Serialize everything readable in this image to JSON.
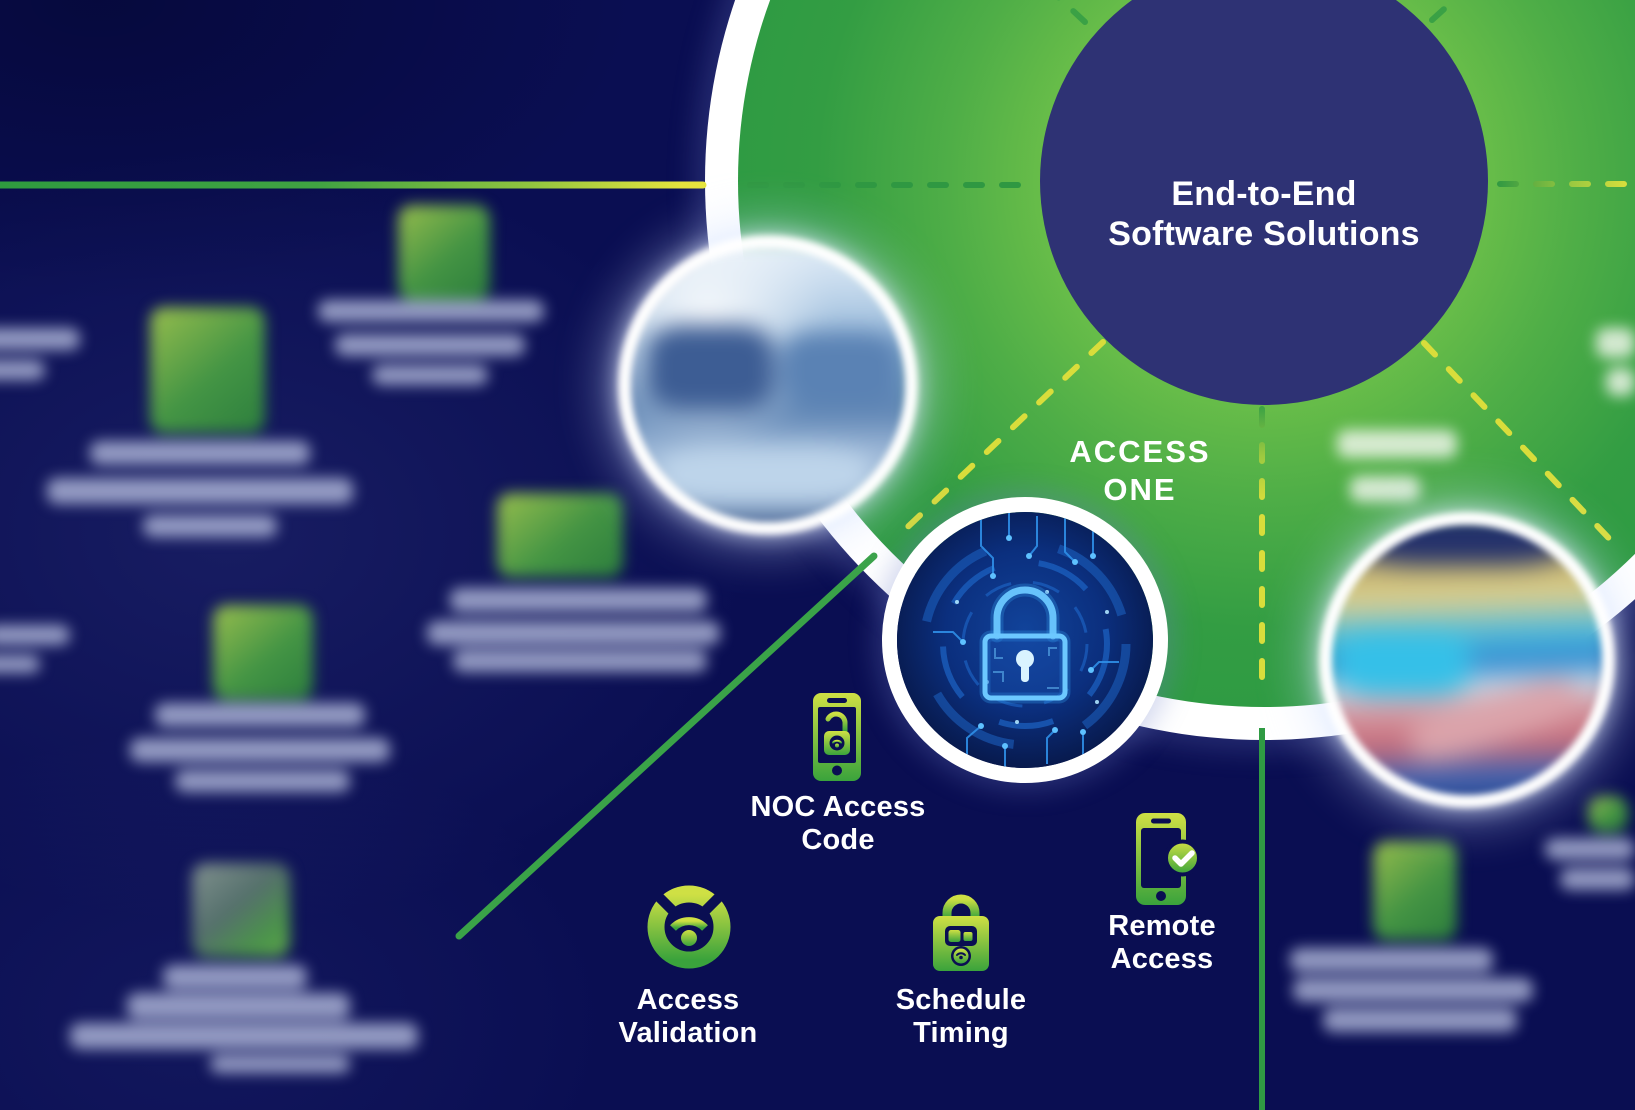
{
  "infographic": {
    "center_title": [
      "End-to-End",
      "Software Solutions"
    ],
    "section_label": [
      "ACCESS",
      "ONE"
    ],
    "features": [
      {
        "name": "noc-access-code",
        "icon": "phone-unlock-icon",
        "label": [
          "NOC Access",
          "Code"
        ]
      },
      {
        "name": "access-validation",
        "icon": "radar-validation-icon",
        "label": [
          "Access",
          "Validation"
        ]
      },
      {
        "name": "schedule-timing",
        "icon": "padlock-toggle-icon",
        "label": [
          "Schedule",
          "Timing"
        ]
      },
      {
        "name": "remote-access",
        "icon": "phone-check-icon",
        "label": [
          "Remote",
          "Access"
        ]
      }
    ],
    "colors": {
      "background_navy": "#0a0e52",
      "center_circle_navy": "#2e3274",
      "pie_green_light": "#6cbf4a",
      "pie_green_dark": "#2f9b43",
      "ring_white": "#ffffff",
      "line_green": "#38a145",
      "line_yellow": "#ddde3b",
      "icon_gradient_top": "#cfe044",
      "icon_gradient_bottom": "#3aa33c",
      "label_text": "#ffffff",
      "lock_photo_accent": "#6cc8ff"
    },
    "background_blur_groups": [
      {
        "icon": [
          398,
          205,
          92,
          95
        ],
        "lines": [
          [
            318,
            300,
            226,
            22
          ],
          [
            335,
            334,
            190,
            22
          ],
          [
            372,
            365,
            116,
            20
          ]
        ]
      },
      {
        "icon": [
          150,
          307,
          115,
          126
        ],
        "lines": [
          [
            90,
            441,
            220,
            24
          ],
          [
            47,
            478,
            306,
            26
          ],
          [
            143,
            515,
            134,
            22
          ]
        ]
      },
      {
        "lines": [
          [
            -20,
            328,
            100,
            22
          ],
          [
            -30,
            360,
            75,
            20
          ]
        ]
      },
      {
        "lines": [
          [
            -15,
            625,
            85,
            20
          ],
          [
            -20,
            655,
            60,
            18
          ]
        ]
      },
      {
        "icon": [
          497,
          493,
          126,
          84
        ],
        "lines": [
          [
            450,
            588,
            257,
            24
          ],
          [
            427,
            621,
            293,
            24
          ],
          [
            453,
            650,
            254,
            22
          ]
        ]
      },
      {
        "icon": [
          213,
          605,
          100,
          95
        ],
        "lines": [
          [
            155,
            703,
            210,
            24
          ],
          [
            130,
            738,
            260,
            24
          ],
          [
            175,
            770,
            175,
            22
          ]
        ]
      },
      {
        "muted": true,
        "icon": [
          192,
          863,
          98,
          94
        ],
        "lines": [
          [
            163,
            965,
            144,
            24
          ],
          [
            127,
            993,
            223,
            26
          ],
          [
            70,
            1023,
            348,
            26
          ],
          [
            210,
            1055,
            140,
            18
          ]
        ]
      },
      {
        "icon": [
          1373,
          841,
          84,
          99
        ],
        "lines": [
          [
            1290,
            948,
            203,
            24
          ],
          [
            1293,
            978,
            240,
            24
          ],
          [
            1323,
            1008,
            194,
            24
          ]
        ]
      },
      {
        "icon": [
          1588,
          796,
          40,
          36
        ],
        "lines": [
          [
            1545,
            838,
            90,
            22
          ],
          [
            1560,
            868,
            75,
            22
          ]
        ]
      },
      {
        "tint": "green",
        "lines": [
          [
            1337,
            430,
            120,
            28
          ],
          [
            1350,
            476,
            70,
            26
          ]
        ]
      },
      {
        "tint": "green",
        "lines": [
          [
            1596,
            328,
            39,
            30
          ],
          [
            1606,
            368,
            29,
            28
          ]
        ]
      }
    ]
  }
}
